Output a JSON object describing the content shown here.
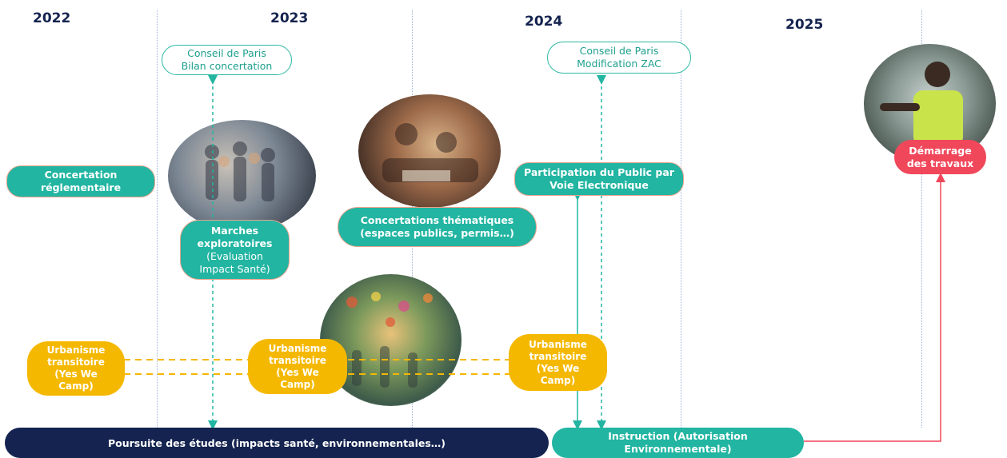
{
  "years": [
    "2022",
    "2023",
    "2024",
    "2025"
  ],
  "milestones": {
    "conseil_2023": "Conseil de Paris\nBilan concertation",
    "conseil_2024": "Conseil de Paris\nModification ZAC"
  },
  "events": {
    "concertation_reglementaire": "Concertation\nréglementaire",
    "marches_exploratoires_title": "Marches\nexploratoires",
    "marches_exploratoires_sub": "(Evaluation\nImpact Santé)",
    "concertations_thematiques": "Concertations thématiques\n(espaces publics, permis…)",
    "participation_public": "Participation du Public par\nVoie Electronique",
    "demarrage_travaux": "Démarrage\ndes travaux"
  },
  "urbanisme": {
    "label_1": "Urbanisme\ntransitoire\n(Yes We\nCamp)",
    "label_2": "Urbanisme\ntransitoire\n(Yes We\nCamp)",
    "label_3": "Urbanisme\ntransitoire\n(Yes We\nCamp)"
  },
  "bottom": {
    "poursuite": "Poursuite des études (impacts santé, environnementales…)",
    "instruction": "Instruction (Autorisation\nEnvironnementale)"
  },
  "colors": {
    "navy": "#14234f",
    "teal": "#22b5a2",
    "yellow": "#f5b800",
    "red": "#f0475a"
  },
  "photos": [
    "group-walk-photo",
    "workshop-photo",
    "market-crowd-photo",
    "construction-worker-photo"
  ]
}
